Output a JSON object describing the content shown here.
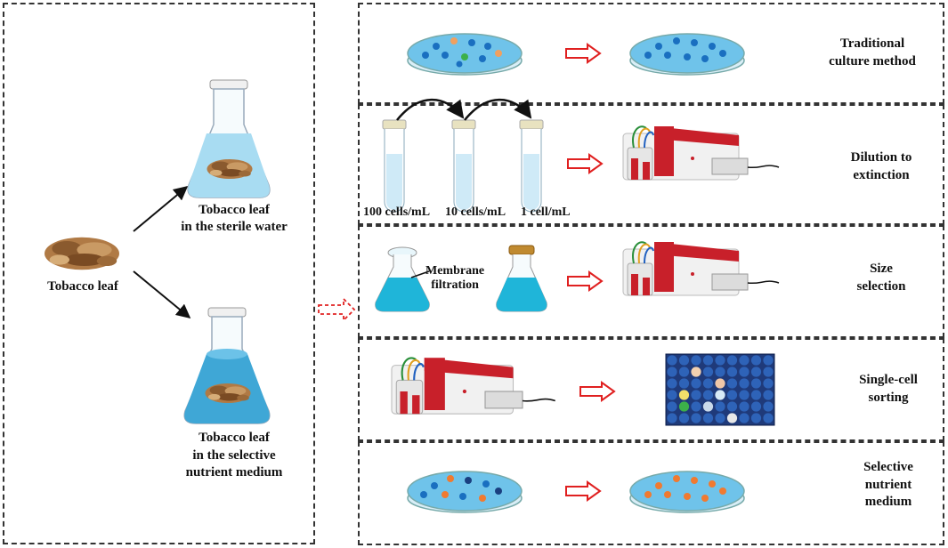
{
  "left_panel": {
    "source_label": "Tobacco leaf",
    "sterile_label_1": "Tobacco leaf",
    "sterile_label_2": "in the sterile water",
    "selective_label_1": "Tobacco leaf",
    "selective_label_2": "in the selective",
    "selective_label_3": "nutrient medium"
  },
  "methods": [
    {
      "line1": "Traditional",
      "line2": "culture method",
      "line3": ""
    },
    {
      "line1": "Dilution to",
      "line2": "extinction",
      "line3": ""
    },
    {
      "line1": "Size",
      "line2": "selection",
      "line3": ""
    },
    {
      "line1": "Single-cell",
      "line2": "sorting",
      "line3": ""
    },
    {
      "line1": "Selective",
      "line2": "nutrient",
      "line3": "medium"
    }
  ],
  "dilution": {
    "tube1": "100 cells/mL",
    "tube2": "10 cells/mL",
    "tube3": "1 cell/mL"
  },
  "filtration": {
    "line1": "Membrane",
    "line2": "filtration"
  },
  "colors": {
    "arrow_red": "#e02020",
    "dash": "#333333",
    "water": "#a8dcf2",
    "selective_medium": "#3fa7d6",
    "plate_bg": "#6fc3ea",
    "cyan_flask": "#1fb5d9",
    "machine_red": "#c8202a",
    "grid_bg": "#1f3a7a",
    "grid_cell": "#2e63b8"
  }
}
